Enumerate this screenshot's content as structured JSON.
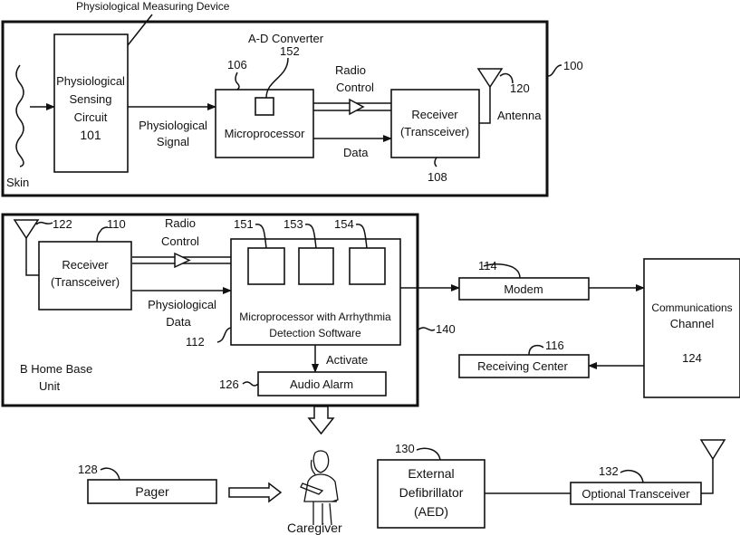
{
  "diagram": {
    "device": {
      "caption": "Physiological Measuring Device",
      "ref": "100",
      "skin_label": "Skin",
      "sensing_circuit": {
        "lines": [
          "Physiological",
          "Sensing",
          "Circuit",
          "101"
        ]
      },
      "signal_label": [
        "Physiological",
        "Signal"
      ],
      "adc_label": "A-D Converter",
      "adc_ref": "152",
      "micro_ref": "106",
      "micro_label": "Microprocessor",
      "radio_control": [
        "Radio",
        "Control"
      ],
      "data_label": "Data",
      "receiver": {
        "lines": [
          "Receiver",
          "(Transceiver)"
        ],
        "ref": "108"
      },
      "antenna_ref": "120",
      "antenna_label": "Antenna"
    },
    "base": {
      "ref": "140",
      "antenna_ref": "122",
      "receiver": {
        "lines": [
          "Receiver",
          "(Transceiver)"
        ],
        "ref": "110"
      },
      "radio_control": [
        "Radio",
        "Control"
      ],
      "phys_data": [
        "Physiological",
        "Data"
      ],
      "sub_refs": [
        "151",
        "153",
        "154"
      ],
      "micro": {
        "lines": [
          "Microprocessor with Arrhythmia",
          "Detection Software"
        ],
        "ref": "112"
      },
      "activate_label": "Activate",
      "alarm": {
        "label": "Audio Alarm",
        "ref": "126"
      },
      "unit_label": [
        "B Home Base",
        "Unit"
      ]
    },
    "modem": {
      "label": "Modem",
      "ref": "114"
    },
    "receiving_center": {
      "label": "Receiving Center",
      "ref": "116"
    },
    "comm_channel": {
      "lines": [
        "Communications",
        "Channel",
        "124"
      ]
    },
    "pager": {
      "label": "Pager",
      "ref": "128"
    },
    "caregiver_label": "Caregiver",
    "aed": {
      "lines": [
        "External",
        "Defibrillator",
        "(AED)"
      ],
      "ref": "130"
    },
    "optional_transceiver": {
      "label": "Optional Transceiver",
      "ref": "132"
    }
  }
}
